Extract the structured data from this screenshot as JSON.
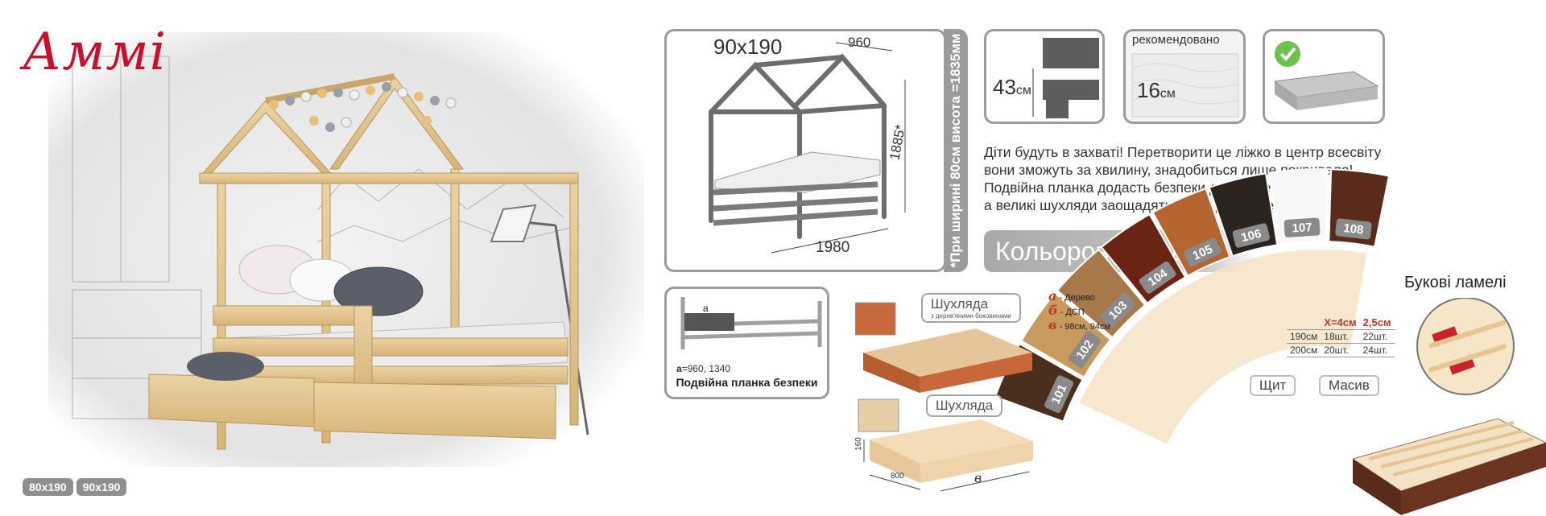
{
  "brand": {
    "name": "Аммі"
  },
  "sizes": [
    "80x190",
    "90x190"
  ],
  "dimensions": {
    "model_size": "90x190",
    "width": "960",
    "height": "1885*",
    "length": "1980",
    "note": "*При ширині 80см висота =1835мм"
  },
  "features": {
    "height_value": "43",
    "height_unit": "см",
    "mattress_label": "рекомендовано",
    "mattress_value": "16",
    "mattress_unit": "см"
  },
  "description": [
    "Діти будуть в захваті! Перетворити це ліжко в центр всесвіту",
    "вони зможуть за хвилину, знадобиться лише покривало!",
    "Подвійна планка додасть безпеки для маленьких,",
    "а великі шухляди заощадять місце для речей"
  ],
  "palette": {
    "title": "Кольорова гама",
    "swatches": [
      {
        "code": "101",
        "color": "#4a2f1d"
      },
      {
        "code": "102",
        "color": "#c89a5e"
      },
      {
        "code": "103",
        "color": "#a6784a"
      },
      {
        "code": "104",
        "color": "#6b2314"
      },
      {
        "code": "105",
        "color": "#b5652f"
      },
      {
        "code": "106",
        "color": "#2b231e"
      },
      {
        "code": "107",
        "color": "#f8f8f8"
      },
      {
        "code": "108",
        "color": "#5a2a1a"
      }
    ]
  },
  "safety": {
    "marker": "a",
    "value": "=960, 1340",
    "caption": "Подвійна планка безпеки"
  },
  "drawers": {
    "drawer_a_title": "Шухляда",
    "drawer_a_subtitle": "з дерев'яними боковинами",
    "drawer_b_title": "Шухляда",
    "drawer_b_dims": {
      "height": "160",
      "width": "800",
      "variant": "в"
    }
  },
  "materials": [
    {
      "mark": "а",
      "text": "- Дерево"
    },
    {
      "mark": "б",
      "text": "- ДСП"
    },
    {
      "mark": "в",
      "text": "- 98см, 94см"
    }
  ],
  "slats": {
    "title": "Букові ламелі",
    "header": [
      "",
      "Х=4см",
      "2,5см"
    ],
    "rows": [
      [
        "190см",
        "18шт.",
        "22шт."
      ],
      [
        "200см",
        "20шт.",
        "24шт."
      ]
    ],
    "wood_types": [
      "Щит",
      "Масив"
    ]
  }
}
